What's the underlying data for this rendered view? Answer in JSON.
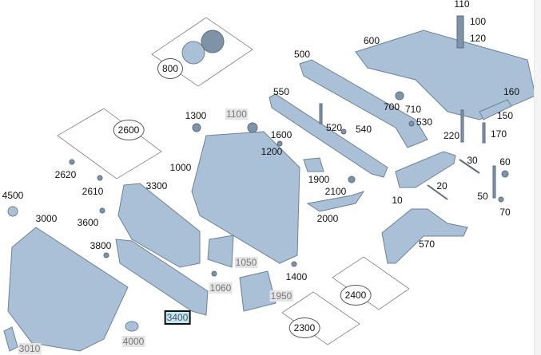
{
  "diagram": {
    "part_color": "#a9c0d6",
    "highlight_color": "#bfe6f7",
    "labels": [
      {
        "text": "110",
        "style": "plain"
      },
      {
        "text": "100",
        "style": "plain"
      },
      {
        "text": "120",
        "style": "plain"
      },
      {
        "text": "600",
        "style": "plain"
      },
      {
        "text": "800",
        "style": "circ"
      },
      {
        "text": "500",
        "style": "plain"
      },
      {
        "text": "550",
        "style": "plain"
      },
      {
        "text": "160",
        "style": "plain"
      },
      {
        "text": "700",
        "style": "plain"
      },
      {
        "text": "710",
        "style": "plain"
      },
      {
        "text": "150",
        "style": "plain"
      },
      {
        "text": "1300",
        "style": "plain"
      },
      {
        "text": "1100",
        "style": "hl"
      },
      {
        "text": "520",
        "style": "plain"
      },
      {
        "text": "540",
        "style": "plain"
      },
      {
        "text": "530",
        "style": "plain"
      },
      {
        "text": "2600",
        "style": "circ"
      },
      {
        "text": "1600",
        "style": "plain"
      },
      {
        "text": "220",
        "style": "plain"
      },
      {
        "text": "170",
        "style": "plain"
      },
      {
        "text": "1200",
        "style": "plain"
      },
      {
        "text": "2620",
        "style": "plain"
      },
      {
        "text": "1000",
        "style": "plain"
      },
      {
        "text": "1900",
        "style": "plain"
      },
      {
        "text": "30",
        "style": "plain"
      },
      {
        "text": "60",
        "style": "plain"
      },
      {
        "text": "2610",
        "style": "plain"
      },
      {
        "text": "3300",
        "style": "plain"
      },
      {
        "text": "2100",
        "style": "plain"
      },
      {
        "text": "20",
        "style": "plain"
      },
      {
        "text": "4500",
        "style": "plain"
      },
      {
        "text": "10",
        "style": "plain"
      },
      {
        "text": "50",
        "style": "plain"
      },
      {
        "text": "3000",
        "style": "plain"
      },
      {
        "text": "2000",
        "style": "plain"
      },
      {
        "text": "70",
        "style": "plain"
      },
      {
        "text": "3600",
        "style": "plain"
      },
      {
        "text": "570",
        "style": "plain"
      },
      {
        "text": "3800",
        "style": "plain"
      },
      {
        "text": "1050",
        "style": "hl"
      },
      {
        "text": "1400",
        "style": "plain"
      },
      {
        "text": "1060",
        "style": "hl"
      },
      {
        "text": "1950",
        "style": "hl"
      },
      {
        "text": "2400",
        "style": "circ"
      },
      {
        "text": "3400",
        "style": "boxed"
      },
      {
        "text": "2300",
        "style": "circ"
      },
      {
        "text": "4000",
        "style": "hl"
      },
      {
        "text": "3010",
        "style": "hl"
      }
    ]
  }
}
